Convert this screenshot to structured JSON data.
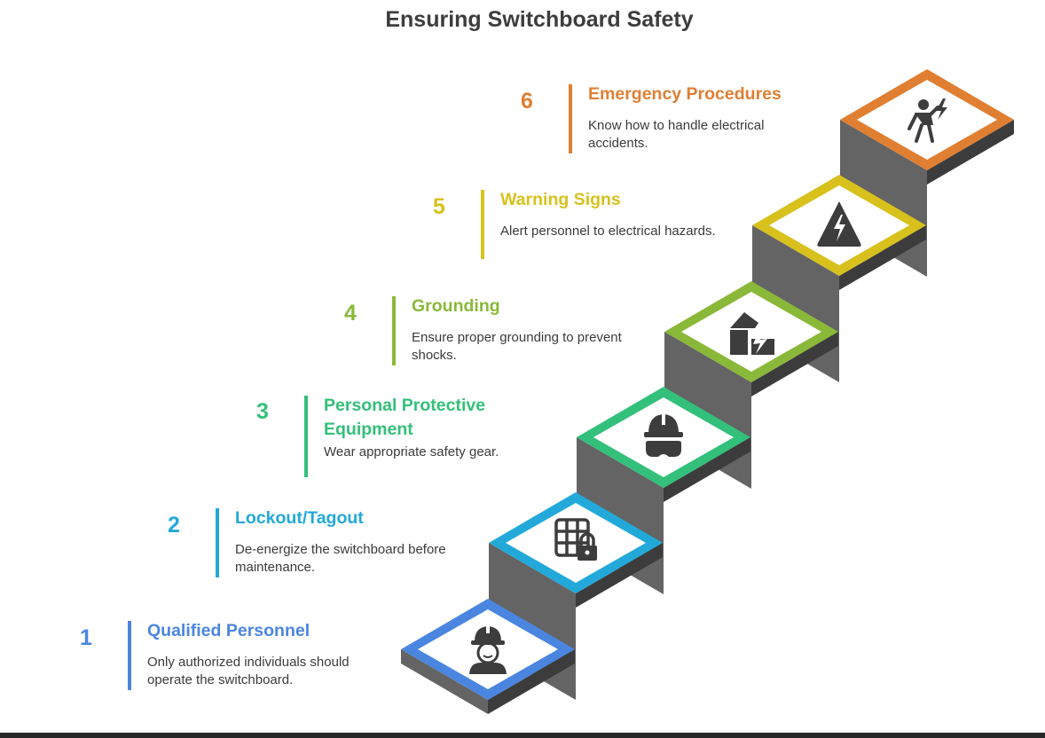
{
  "title": "Ensuring Switchboard Safety",
  "steps": [
    {
      "number": "1",
      "title": "Qualified Personnel",
      "description": "Only authorized individuals should operate the switchboard.",
      "color": "#4a86e0",
      "icon": "worker-hardhat-icon"
    },
    {
      "number": "2",
      "title": "Lockout/Tagout",
      "description": "De-energize the switchboard before maintenance.",
      "color": "#22a9d9",
      "icon": "panel-lock-icon"
    },
    {
      "number": "3",
      "title": "Personal Protective Equipment",
      "description": "Wear appropriate safety gear.",
      "color": "#33c07a",
      "icon": "helmet-goggles-icon"
    },
    {
      "number": "4",
      "title": "Grounding",
      "description": "Ensure proper grounding to prevent shocks.",
      "color": "#8ab93a",
      "icon": "grounding-bolt-icon"
    },
    {
      "number": "5",
      "title": "Warning Signs",
      "description": "Alert personnel to electrical hazards.",
      "color": "#d8c11c",
      "icon": "high-voltage-warning-icon"
    },
    {
      "number": "6",
      "title": "Emergency Procedures",
      "description": "Know how to handle electrical accidents.",
      "color": "#e07f32",
      "icon": "electrical-accident-icon"
    }
  ]
}
